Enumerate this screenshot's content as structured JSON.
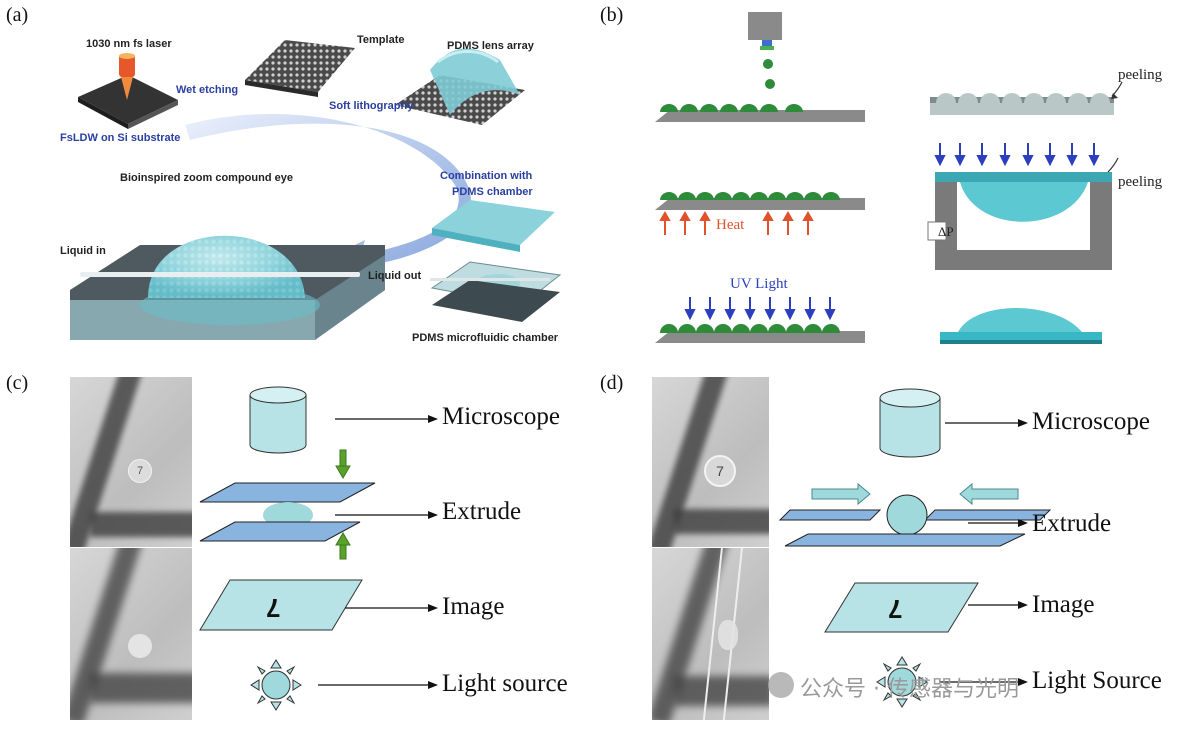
{
  "panels": {
    "a": {
      "label": "(a)",
      "laser": "1030 nm fs laser",
      "fsldw": "FsLDW on Si substrate",
      "wet_etching": "Wet etching",
      "template": "Template",
      "soft_litho": "Soft lithography",
      "pdms_lens": "PDMS lens array",
      "compound_eye": "Bioinspired zoom compound eye",
      "combination": "Combination with",
      "pdms_chamber": "PDMS chamber",
      "liquid_in": "Liquid in",
      "liquid_out": "Liquid out",
      "microfluidic": "PDMS microfluidic chamber"
    },
    "b": {
      "label": "(b)",
      "heat": "Heat",
      "uv": "UV Light",
      "peeling_1": "peeling",
      "peeling_2": "peeling",
      "delta_p": "ΔP"
    },
    "c": {
      "label": "(c)",
      "microscope": "Microscope",
      "extrude": "Extrude",
      "image": "Image",
      "light_source": "Light source",
      "image_glyph": "7",
      "photo_glyph": "7"
    },
    "d": {
      "label": "(d)",
      "microscope": "Microscope",
      "extrude": "Extrude",
      "image": "Image",
      "light_source": "Light Source",
      "image_glyph": "7",
      "photo_glyph": "7"
    }
  },
  "watermark": "公众号 · 传感器与光明",
  "colors": {
    "cyan_fill": "#9fd9dc",
    "cyan_dark": "#38b8c4",
    "plate_blue": "#8ab4e0",
    "green_dome": "#2e8b3a",
    "arrow_blue": "#2b3fbf",
    "arrow_red": "#e0522a",
    "arrow_green": "#5aa02c",
    "gray_substrate": "#8a8a8a"
  }
}
